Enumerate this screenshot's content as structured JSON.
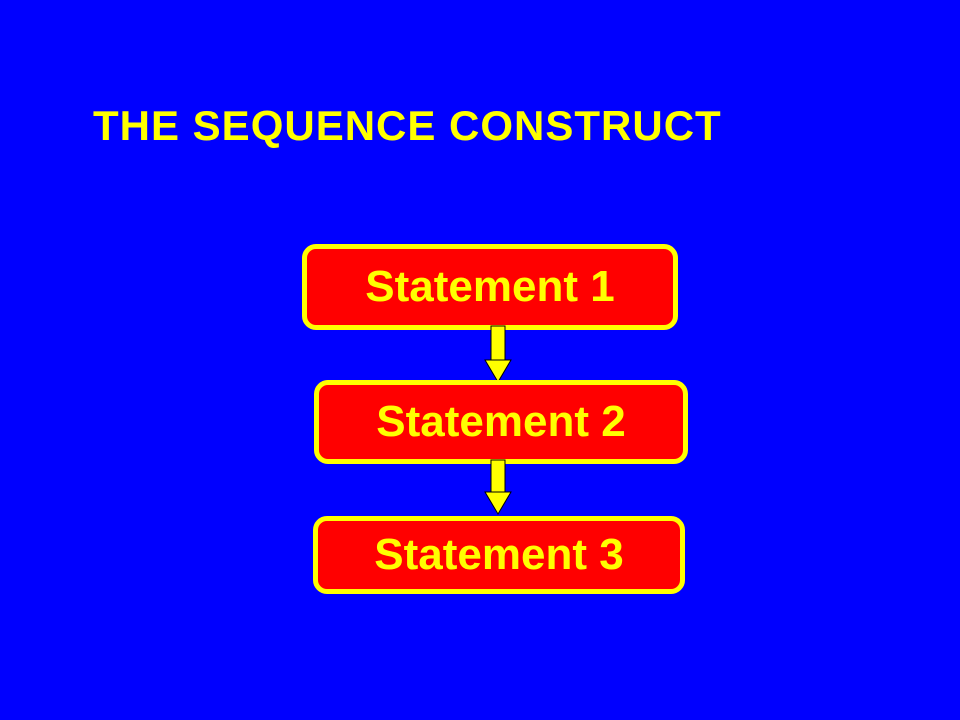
{
  "title": "THE SEQUENCE CONSTRUCT",
  "colors": {
    "background": "#0000ff",
    "box_fill": "#ff0000",
    "accent": "#ffff00"
  },
  "diagram": {
    "type": "flowchart-sequence",
    "steps": [
      {
        "label": "Statement 1"
      },
      {
        "label": "Statement 2"
      },
      {
        "label": "Statement 3"
      }
    ],
    "connections": [
      {
        "from": "Statement 1",
        "to": "Statement 2"
      },
      {
        "from": "Statement 2",
        "to": "Statement 3"
      }
    ]
  }
}
